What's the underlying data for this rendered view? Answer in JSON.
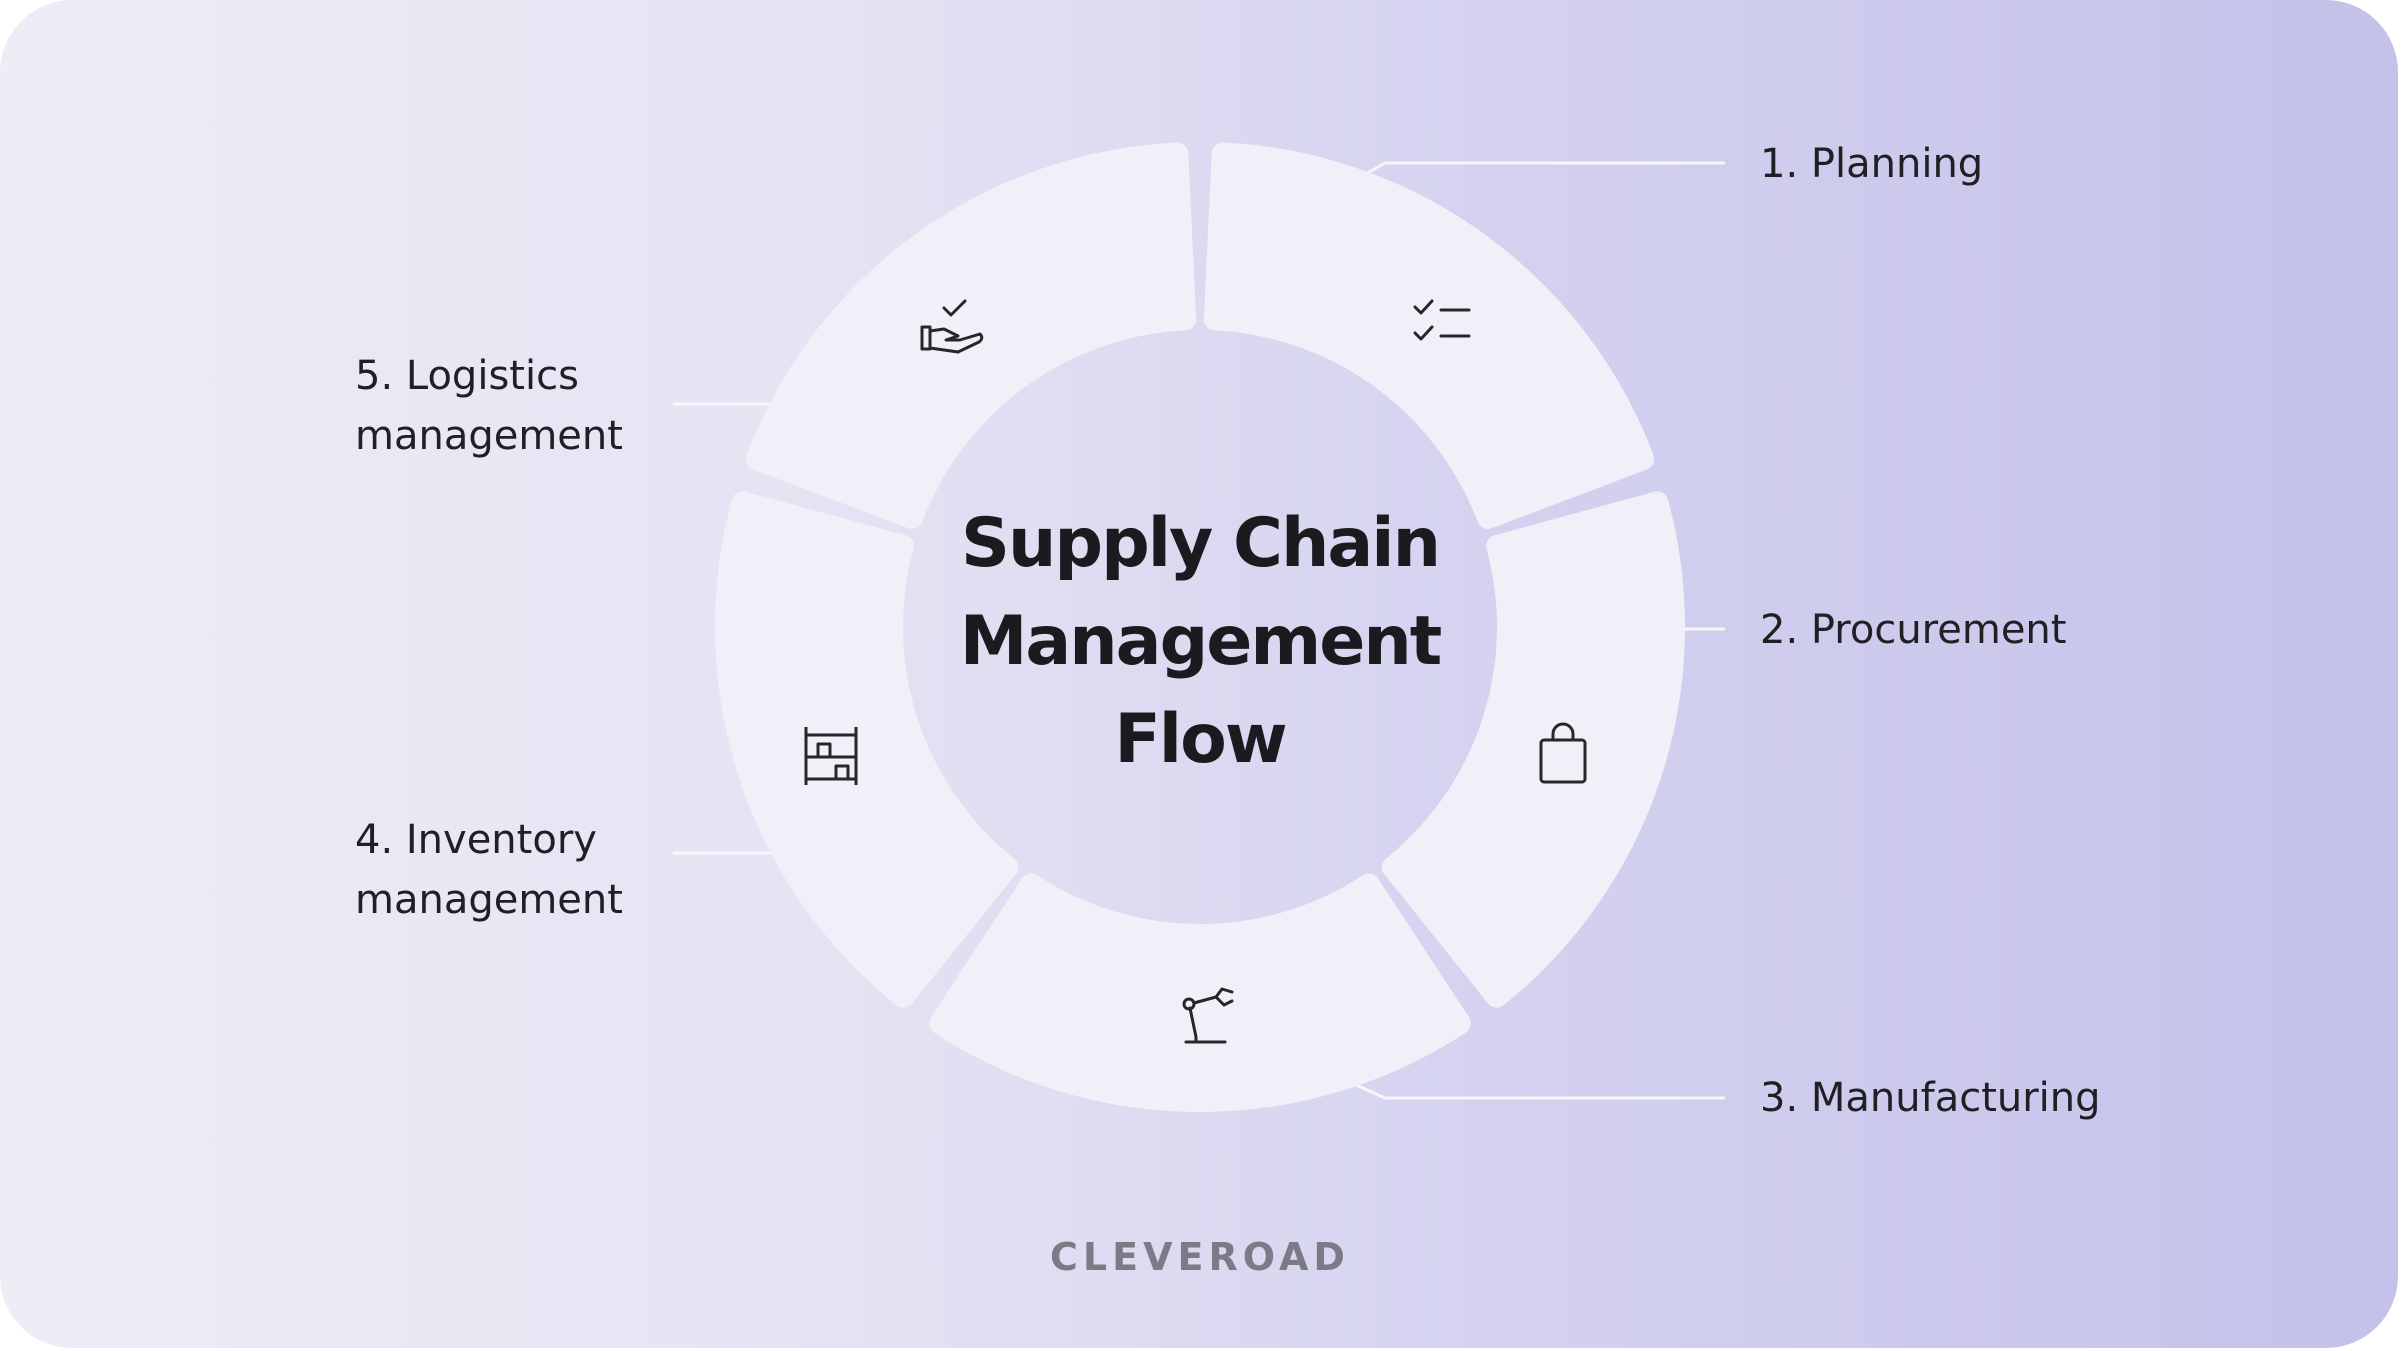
{
  "title": {
    "line1": "Supply Chain",
    "line2": "Management",
    "line3": "Flow"
  },
  "steps": [
    {
      "line1": "1. Planning",
      "line2": "",
      "icon": "checklist-icon"
    },
    {
      "line1": "2. Procurement",
      "line2": "",
      "icon": "shopping-bag-icon"
    },
    {
      "line1": "3. Manufacturing",
      "line2": "",
      "icon": "robotic-arm-icon"
    },
    {
      "line1": "4. Inventory",
      "line2": "management",
      "icon": "warehouse-shelf-icon"
    },
    {
      "line1": "5. Logistics",
      "line2": "management",
      "icon": "hand-check-icon"
    }
  ],
  "brand": "CLEVEROAD",
  "colors": {
    "segment_fill": "#f1f0f8",
    "connector": "#f6f6fb",
    "text": "#1f1f24",
    "brand": "#7b7a86",
    "gradient_left": "#ededf6",
    "gradient_right": "#c4c1ea"
  }
}
